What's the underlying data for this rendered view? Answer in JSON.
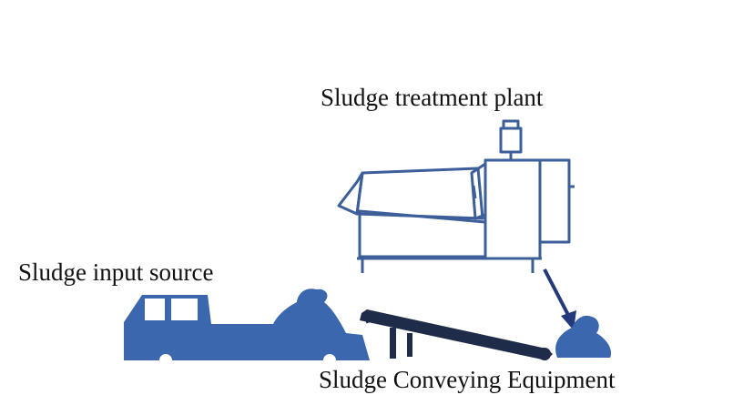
{
  "labels": {
    "plant": "Sludge treatment plant",
    "input": "Sludge input source",
    "conveyor": "Sludge Conveying Equipment"
  },
  "colors": {
    "machine_line": "#3d5f99",
    "truck_fill": "#3a67ad",
    "conveyor_fill": "#1e2c4a",
    "sludge_fill": "#3a67ad",
    "arrow": "#24397a",
    "text": "#111111",
    "background": "#ffffff"
  }
}
